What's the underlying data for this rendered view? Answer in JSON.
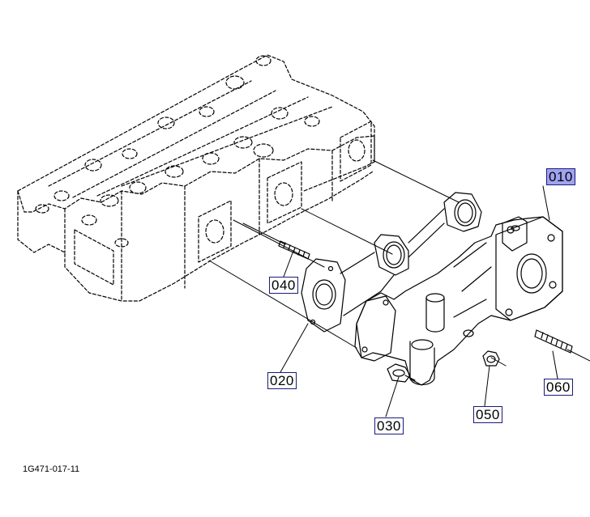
{
  "figure_id": "1G471-017-11",
  "callouts": [
    {
      "id": "010",
      "label": "010",
      "active": true
    },
    {
      "id": "020",
      "label": "020",
      "active": false
    },
    {
      "id": "030",
      "label": "030",
      "active": false
    },
    {
      "id": "040",
      "label": "040",
      "active": false
    },
    {
      "id": "050",
      "label": "050",
      "active": false
    },
    {
      "id": "060",
      "label": "060",
      "active": false
    }
  ],
  "colors": {
    "line": "#000000",
    "callout_border": "#1a1a7a",
    "callout_active_bg": "#9fa3f0"
  }
}
